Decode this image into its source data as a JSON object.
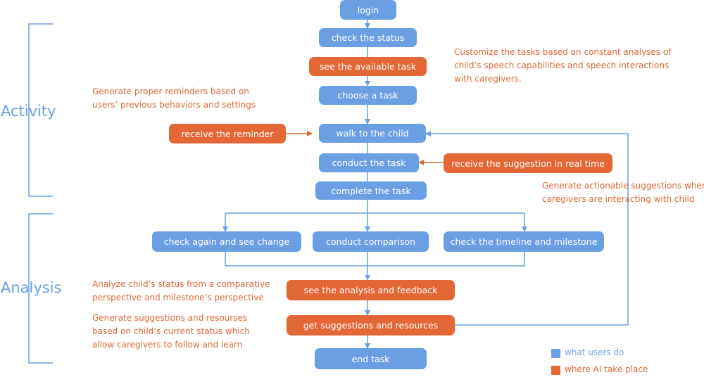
{
  "colors": {
    "user": "#6a9fe3",
    "ai": "#e36735",
    "line": "#6a9fe3"
  },
  "sections": {
    "activity": "Activity",
    "analysis": "Analysis"
  },
  "nodes": {
    "login": "login",
    "check_status": "check the status",
    "see_available_task": "see the available task",
    "choose_task": "choose a task",
    "walk_to_child": "walk to the child",
    "receive_reminder": "receive the reminder",
    "conduct_task": "conduct the task",
    "receive_suggestion": "receive the suggestion in real time",
    "complete_task": "complete the task",
    "check_again": "check again and see change",
    "conduct_comparison": "conduct comparison",
    "check_timeline": "check the timeline and milestone",
    "see_analysis": "see the analysis and feedback",
    "get_suggestions": "get suggestions and resources",
    "end_task": "end task"
  },
  "notes": {
    "customize": [
      "Customize the tasks based on constant analyses of",
      "child’s speech capabilities and speech interactions",
      "with caregivers."
    ],
    "reminders": [
      "Generate proper reminders based on",
      "users’ previous behaviors and settings"
    ],
    "actionable": [
      "Generate actionable suggestions when",
      "caregivers are interacting with child"
    ],
    "analyze": [
      "Analyze child’s status from a comparative",
      "perspective and milestone’s perspective"
    ],
    "resources": [
      "Generate suggestions and resourses",
      "based on child’s current status which",
      "allow caregivers to follow and learn"
    ]
  },
  "legend": {
    "user_label": "what users do",
    "ai_label": "where AI take place"
  }
}
